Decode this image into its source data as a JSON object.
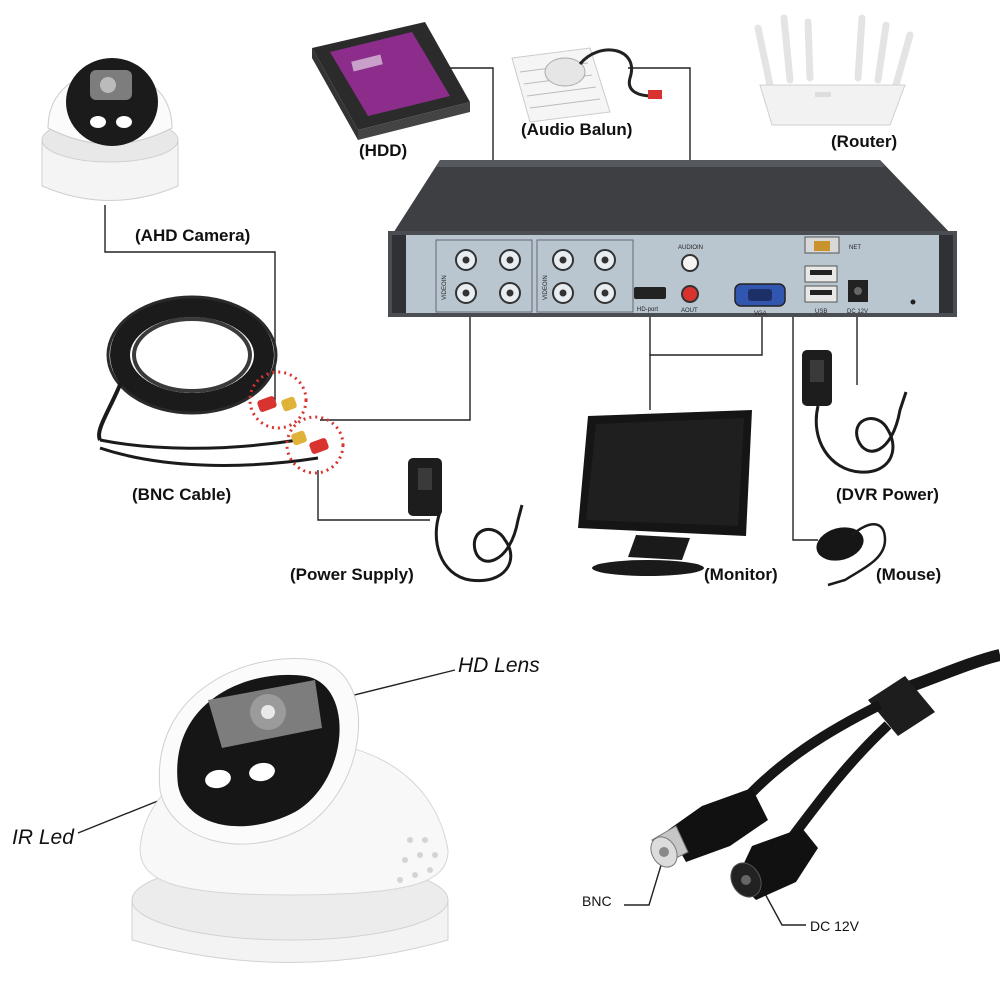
{
  "labels": {
    "hdd": "(HDD)",
    "audio_balun": "(Audio Balun)",
    "router": "(Router)",
    "ahd_camera": "(AHD Camera)",
    "bnc_cable": "(BNC Cable)",
    "power_supply": "(Power Supply)",
    "monitor": "(Monitor)",
    "mouse": "(Mouse)",
    "dvr_power": "(DVR Power)",
    "hd_lens": "HD Lens",
    "ir_led": "IR Led",
    "bnc": "BNC",
    "dc12v": "DC 12V"
  },
  "panel": {
    "video_in": "VIDEOIN",
    "audio_in": "AUDIOIN",
    "aout": "AOUT",
    "hdmi": "HD-port",
    "vga": "VGA",
    "net": "NET",
    "usb": "USB",
    "dc": "DC 12V"
  },
  "colors": {
    "accent_red": "#d8332e",
    "dvr_body": "#3d3f43",
    "dvr_panel": "#b9c6d0",
    "hdd_purple": "#8c2d8c"
  },
  "icons": [
    "dome-camera-icon",
    "hdd-icon",
    "audio-balun-icon",
    "router-icon",
    "dvr-recorder-icon",
    "cable-coil-icon",
    "power-adapter-icon",
    "monitor-icon",
    "mouse-icon",
    "bnc-connector-icon",
    "dc-plug-icon"
  ]
}
